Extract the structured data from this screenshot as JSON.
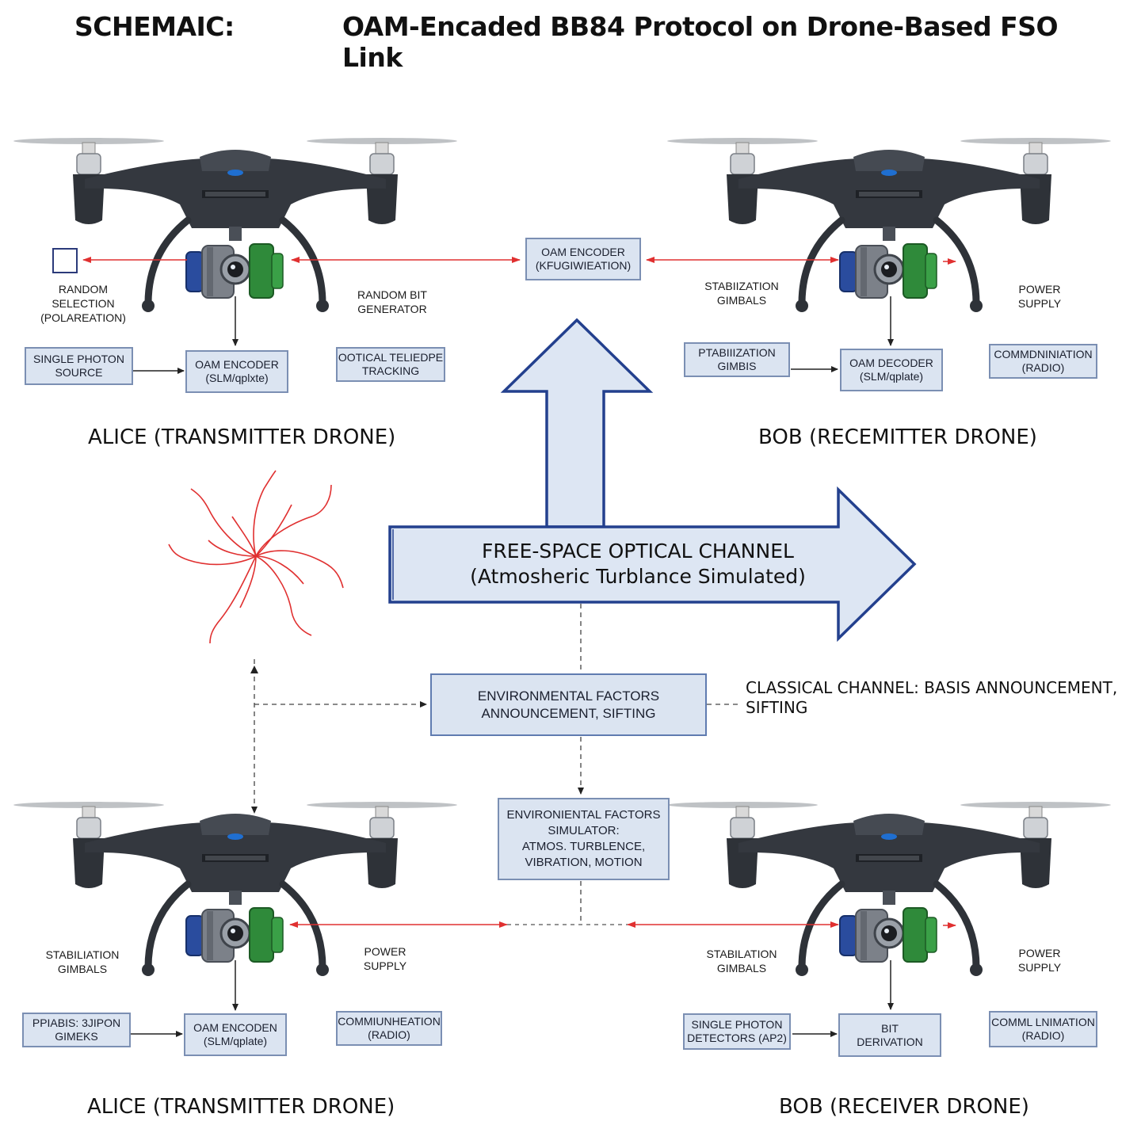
{
  "header": {
    "label": "SCHEMAIC:",
    "title": "OAM-Encaded BB84 Protocol on Drone-Based FSO Link"
  },
  "colors": {
    "box_fill": "#dbe4f1",
    "box_border": "#7b8fb3",
    "arrow_blue": "#23408e",
    "link_red": "#e03030",
    "drone_body": "#2e3238",
    "gimbal_blue": "#2a4c9e",
    "gimbal_green": "#2f8a3a"
  },
  "top_left": {
    "title": "ALICE (TRANSMITTER DRONE)",
    "random_selection": [
      "RANDOM",
      "SELECTION",
      "(POLAREATION)"
    ],
    "random_bit": [
      "RANDOM BIT",
      "GENERATOR"
    ],
    "single_photon": [
      "SINGLE PHOTON",
      "SOURCE"
    ],
    "oam_encoder": [
      "OAM ENCODER",
      "(SLM/qplxte)"
    ],
    "optical_telescope": [
      "OOTICAL TELIEDPE",
      "TRACKING"
    ]
  },
  "top_center": {
    "oam_encoder_config": [
      "OAM ENCODER",
      "(KFUGIWIEATION)"
    ]
  },
  "top_right": {
    "title": "BOB (RECEMITTER DRONE)",
    "stabilization": [
      "STABIIZATION",
      "GIMBALS"
    ],
    "power": [
      "POWER",
      "SUPPLY"
    ],
    "ptabilization": [
      "PTABIIIZATION",
      "GIMBIS"
    ],
    "oam_decoder": [
      "OAM DECODER",
      "(SLM/qplate)"
    ],
    "communication": [
      "COMMDNINIATION",
      "(RADIO)"
    ]
  },
  "channel": {
    "line1": "FREE-SPACE OPTICAL CHANNEL",
    "line2": "(Atmosheric Turblance Simulated)"
  },
  "middle": {
    "env_announce": [
      "ENVIRONMENTAL FACTORS",
      "ANNOUNCEMENT, SIFTING"
    ],
    "classical": [
      "CLASSICAL CHANNEL: BASIS ANNOUNCEMENT,",
      "SIFTING"
    ],
    "env_simulator": [
      "ENVIRONIENTAL FACTORS",
      "SIMULATOR:",
      "ATMOS. TURBLENCE,",
      "VIBRATION, MOTION"
    ]
  },
  "bottom_left": {
    "title": "ALICE (TRANSMITTER DRONE)",
    "stabilization": [
      "STABILIATION",
      "GIMBALS"
    ],
    "power": [
      "POWER",
      "SUPPLY"
    ],
    "ptabis": [
      "PPIABIS: 3JIPON",
      "GIMEKS"
    ],
    "oam_encoder": [
      "OAM ENCODEN",
      "(SLM/qplate)"
    ],
    "communication": [
      "COMMIUNHEATION",
      "(RADIO)"
    ]
  },
  "bottom_right": {
    "title": "BOB (RECEIVER DRONE)",
    "stabilization": [
      "STABILATION",
      "GIMBALS"
    ],
    "power": [
      "POWER",
      "SUPPLY"
    ],
    "single_photon": [
      "SINGLE PHOTON",
      "DETECTORS (AP2)"
    ],
    "bit_derivation": [
      "BIT",
      "DERIVATION"
    ],
    "communication": [
      "COMML LNIMATION",
      "(RADIO)"
    ]
  }
}
